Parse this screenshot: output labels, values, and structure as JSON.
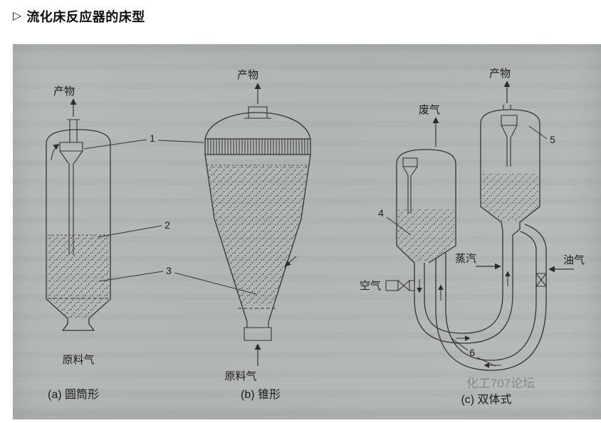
{
  "header": {
    "marker": "▷",
    "title": "流化床反应器的床型"
  },
  "figure": {
    "colors": {
      "panel_bg": "#b4b9b5",
      "line": "#333333",
      "watermark": "#828783"
    },
    "watermark": "化工707论坛",
    "a": {
      "caption": "(a) 圆筒形",
      "top_label": "产物",
      "bottom_label": "原料气"
    },
    "b": {
      "caption": "(b) 锥形",
      "top_label": "产物",
      "bottom_label": "原料气"
    },
    "c": {
      "caption": "(c) 双体式",
      "flue_label": "废气",
      "product_label": "产物",
      "air_label": "空气",
      "steam_label": "蒸汽",
      "oil_label": "油气"
    },
    "callouts": {
      "c1": "1",
      "c2": "2",
      "c3": "3",
      "c4": "4",
      "c5": "5",
      "c6": "6"
    }
  }
}
